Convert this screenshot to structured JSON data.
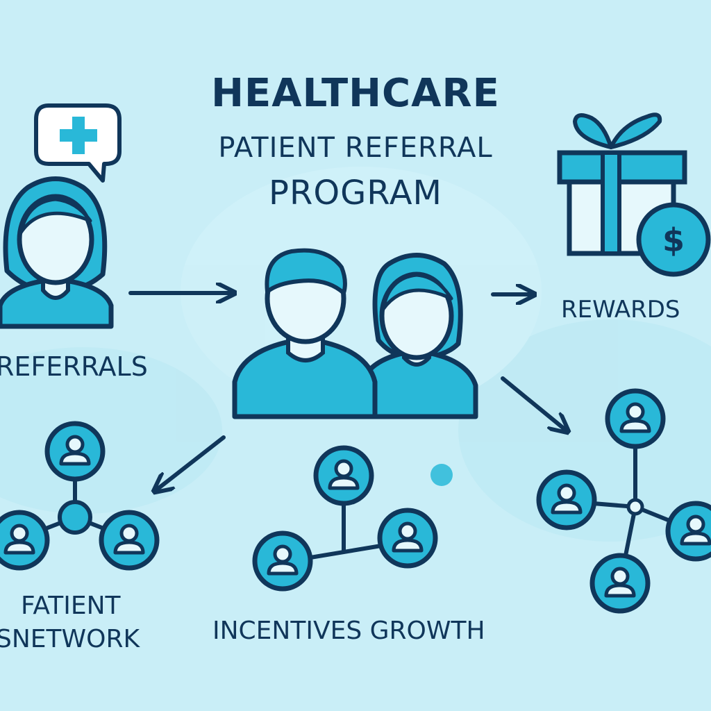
{
  "title": {
    "line1": "HEALTHCARE",
    "line2": "PATIENT REFERRAL",
    "line3": "PROGRAM"
  },
  "labels": {
    "referrals": "REFERRALS",
    "rewards": "REWARDS",
    "patient_network_line1": "FATIENT",
    "patient_network_line2": "SNETWORK",
    "incentives_growth": "INCENTIVES GROWTH"
  },
  "icons": {
    "referrer": "person-icon",
    "speech_bubble": "medical-cross-speech-bubble-icon",
    "patients": "couple-icon",
    "gift": "gift-box-icon",
    "coin": "dollar-coin-icon",
    "network": "user-node-icon"
  },
  "colors": {
    "background": "#c9eef7",
    "outline": "#10365a",
    "accent": "#29b8d8",
    "light_fill": "#e6f8fc"
  }
}
